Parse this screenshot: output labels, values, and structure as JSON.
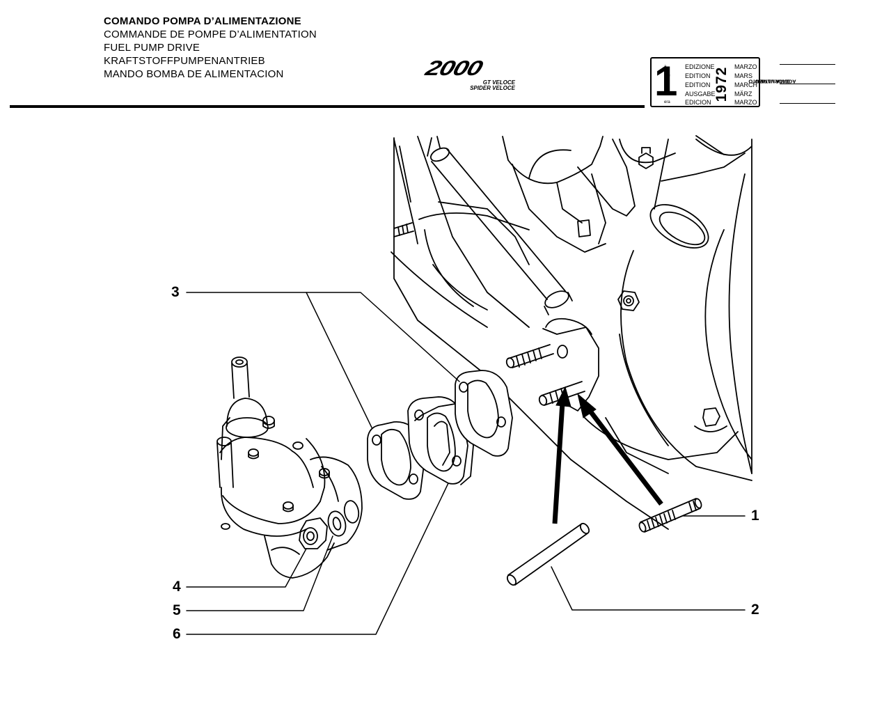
{
  "header": {
    "titles": [
      "COMANDO POMPA D’ALIMENTAZIONE",
      "COMMANDE DE POMPE D’ALIMENTATION",
      "FUEL PUMP DRIVE",
      "KRAFTSTOFFPUMPENANTRIEB",
      "MANDO BOMBA DE ALIMENTACION"
    ],
    "model_logo": "2000",
    "model_lines": [
      "GT VELOCE",
      "SPIDER VELOCE"
    ]
  },
  "edition_box": {
    "number": "1",
    "suffixes": [
      "a",
      "ere",
      "st",
      ".",
      "era"
    ],
    "labels": [
      "EDIZIONE",
      "EDITION",
      "EDITION",
      "AUSGABE",
      "EDICION"
    ],
    "months": [
      "MARZO",
      "MARS",
      "MARCH",
      "MÄRZ",
      "MARZO"
    ],
    "year": "1972"
  },
  "last_update_label": [
    "DATA ULTIMO",
    "AGGIORNAMENTO"
  ],
  "callouts": [
    {
      "id": "1",
      "label": "1"
    },
    {
      "id": "2",
      "label": "2"
    },
    {
      "id": "3",
      "label": "3"
    },
    {
      "id": "4",
      "label": "4"
    },
    {
      "id": "5",
      "label": "5"
    },
    {
      "id": "6",
      "label": "6"
    }
  ]
}
